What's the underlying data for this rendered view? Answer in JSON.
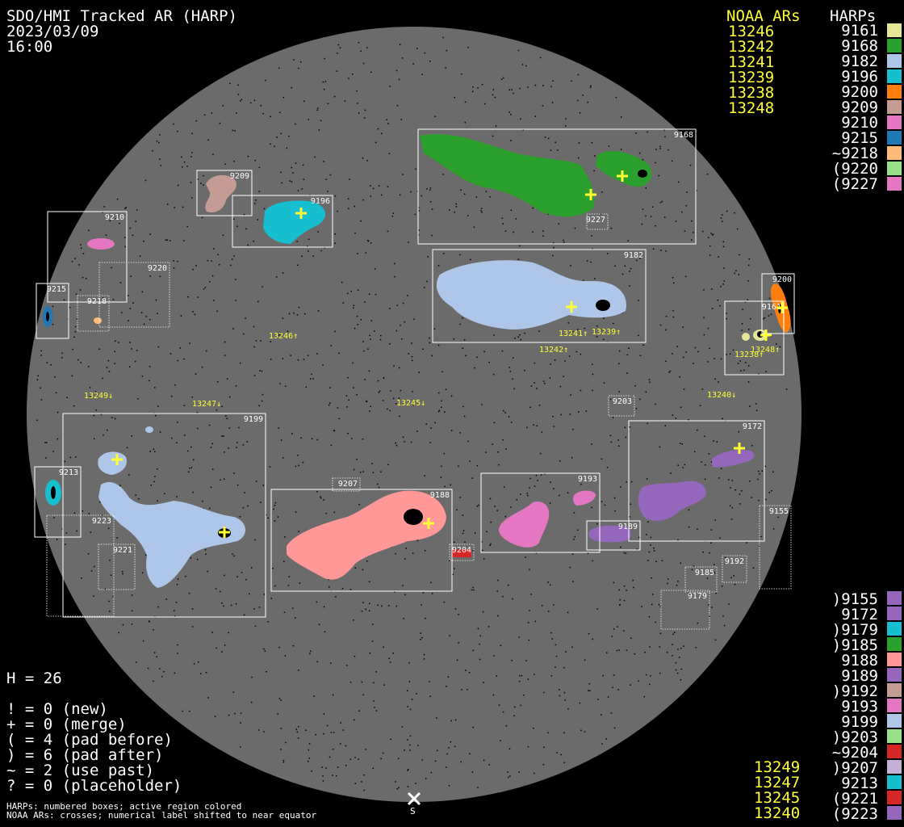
{
  "header": {
    "title": "SDO/HMI Tracked AR (HARP)",
    "date": "2023/03/09",
    "time": "16:00"
  },
  "top_legend": {
    "noaa_title": "NOAA ARs",
    "harp_title": "HARPs",
    "noaa": [
      "13246",
      "13242",
      "13241",
      "13239",
      "13238",
      "13248"
    ],
    "harps": [
      {
        "label": "9161",
        "color": "#e6e699"
      },
      {
        "label": "9168",
        "color": "#2ca02c"
      },
      {
        "label": "9182",
        "color": "#aec7e8"
      },
      {
        "label": "9196",
        "color": "#17becf"
      },
      {
        "label": "9200",
        "color": "#ff7f0e"
      },
      {
        "label": "9209",
        "color": "#c49c94"
      },
      {
        "label": "9210",
        "color": "#e377c2"
      },
      {
        "label": "9215",
        "color": "#1f77b4"
      },
      {
        "label": "~9218",
        "color": "#ffbb78"
      },
      {
        "label": "(9220",
        "color": "#98df8a"
      },
      {
        "label": "(9227",
        "color": "#e377c2"
      }
    ]
  },
  "bottom_legend": {
    "noaa": [
      "13249",
      "13247",
      "13245",
      "13240"
    ],
    "harps": [
      {
        "label": ")9155",
        "color": "#9467bd"
      },
      {
        "label": "9172",
        "color": "#9467bd"
      },
      {
        "label": ")9179",
        "color": "#17becf"
      },
      {
        "label": ")9185",
        "color": "#2ca02c"
      },
      {
        "label": "9188",
        "color": "#ff9896"
      },
      {
        "label": "9189",
        "color": "#9467bd"
      },
      {
        "label": ")9192",
        "color": "#c49c94"
      },
      {
        "label": "9193",
        "color": "#e377c2"
      },
      {
        "label": "9199",
        "color": "#aec7e8"
      },
      {
        "label": ")9203",
        "color": "#98df8a"
      },
      {
        "label": "~9204",
        "color": "#d62728"
      },
      {
        "label": ")9207",
        "color": "#c5b0d5"
      },
      {
        "label": "9213",
        "color": "#17becf"
      },
      {
        "label": "(9221",
        "color": "#d62728"
      },
      {
        "label": "(9223",
        "color": "#9467bd"
      }
    ]
  },
  "stats": {
    "h_count": "H = 26",
    "lines": [
      "! = 0 (new)",
      "+ = 0 (merge)",
      "( = 4 (pad before)",
      ") = 6 (pad after)",
      "~ = 2 (use past)",
      "? = 0 (placeholder)"
    ]
  },
  "footer": {
    "line1": "HARPs: numbered boxes; active region colored",
    "line2": "NOAA ARs: crosses; numerical label shifted to near equator",
    "south_label": "S"
  },
  "disk": {
    "harp_boxes": [
      {
        "id": "9168",
        "solid": true
      },
      {
        "id": "9227",
        "solid": false
      },
      {
        "id": "9209",
        "solid": true
      },
      {
        "id": "9196",
        "solid": true
      },
      {
        "id": "9210",
        "solid": true
      },
      {
        "id": "9220",
        "solid": false
      },
      {
        "id": "9215",
        "solid": true
      },
      {
        "id": "9218",
        "solid": false
      },
      {
        "id": "9182",
        "solid": true
      },
      {
        "id": "9200",
        "solid": true
      },
      {
        "id": "9161",
        "solid": true
      },
      {
        "id": "9203",
        "solid": false
      },
      {
        "id": "9199",
        "solid": true
      },
      {
        "id": "9172",
        "solid": true
      },
      {
        "id": "9213",
        "solid": true
      },
      {
        "id": "9223",
        "solid": false
      },
      {
        "id": "9221",
        "solid": false
      },
      {
        "id": "9207",
        "solid": false
      },
      {
        "id": "9188",
        "solid": true
      },
      {
        "id": "9204",
        "solid": false
      },
      {
        "id": "9193",
        "solid": true
      },
      {
        "id": "9189",
        "solid": true
      },
      {
        "id": "9155",
        "solid": false
      },
      {
        "id": "9192",
        "solid": false
      },
      {
        "id": "9185",
        "solid": false
      },
      {
        "id": "9179",
        "solid": false
      }
    ],
    "noaa_labels": [
      "13246↑",
      "13242↑",
      "13241↑",
      "13239↑",
      "13238↑",
      "13248↑",
      "13249↓",
      "13247↓",
      "13245↓",
      "13240↓"
    ]
  }
}
